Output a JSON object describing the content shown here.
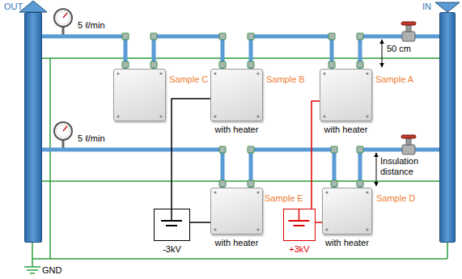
{
  "diagram": {
    "nodes": [
      {
        "text": [
          "OUT"
        ]
      },
      {
        "text": [
          "IN"
        ]
      },
      {
        "text": [
          "Sample C"
        ]
      },
      {
        "text": [
          "Sample B",
          "with heater"
        ]
      },
      {
        "text": [
          "Sample A",
          "with heater"
        ]
      },
      {
        "text": [
          "Sample E",
          "with heater"
        ]
      },
      {
        "text": [
          "Sample D",
          "with heater"
        ]
      },
      {
        "text": [
          "-3kV"
        ]
      },
      {
        "text": [
          "+3kV"
        ]
      }
    ],
    "edges": [
      {
        "from": 1,
        "to": 4,
        "arrow": "none"
      },
      {
        "from": 4,
        "to": 3,
        "arrow": "none"
      },
      {
        "from": 3,
        "to": 2,
        "arrow": "none"
      },
      {
        "from": 2,
        "to": 0,
        "arrow": "none"
      },
      {
        "from": 1,
        "to": 6,
        "arrow": "none"
      },
      {
        "from": 6,
        "to": 5,
        "arrow": "none"
      },
      {
        "from": 5,
        "to": 0,
        "arrow": "none"
      },
      {
        "from": 7,
        "to": 3,
        "arrow": "none"
      },
      {
        "from": 7,
        "to": 5,
        "arrow": "none"
      },
      {
        "from": 8,
        "to": 4,
        "arrow": "none"
      },
      {
        "from": 8,
        "to": 6,
        "arrow": "none"
      }
    ],
    "labels": [
      "5 ℓ/min",
      "5 ℓ/min",
      "50 cm",
      "Insulation distance",
      "GND"
    ]
  }
}
